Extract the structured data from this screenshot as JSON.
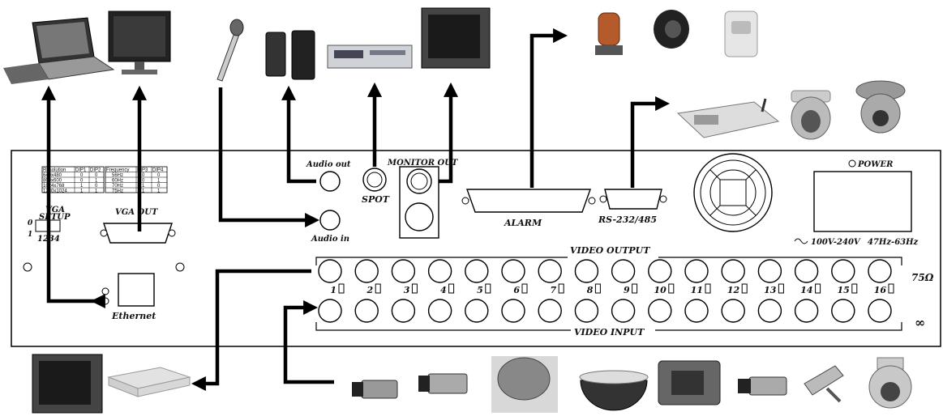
{
  "panel": {
    "vga_setup_title": "VGA SETUP",
    "vga_setup_title_l1": "VGA",
    "vga_setup_title_l2": "SETUP",
    "switch_off": "0",
    "switch_on": "1",
    "switch_numbers": "1234",
    "vga_out": "VGA OUT",
    "ethernet": "Ethernet",
    "audio_out": "Audio out",
    "audio_in": "Audio in",
    "spot": "SPOT",
    "monitor_out": "MONITOR OUT",
    "alarm": "ALARM",
    "rs232": "RS-232/485",
    "power": "POWER",
    "voltage": "100V-240V",
    "frequency": "47Hz-63Hz",
    "video_output": "VIDEO OUTPUT",
    "video_input": "VIDEO INPUT",
    "ohm": "75Ω",
    "infinity": "∞"
  },
  "resolution_table": {
    "headers": [
      "Resolution",
      "DIP1",
      "DIP2"
    ],
    "rows": [
      [
        "640x480",
        "0",
        "0"
      ],
      [
        "800x600",
        "0",
        "1"
      ],
      [
        "1024x768",
        "1",
        "0"
      ],
      [
        "1280x1024",
        "1",
        "1"
      ]
    ]
  },
  "frequency_table": {
    "headers": [
      "Frequency",
      "DIP3",
      "DIP4"
    ],
    "rows": [
      [
        "56Hz",
        "0",
        "0"
      ],
      [
        "60Hz",
        "0",
        "1"
      ],
      [
        "70Hz",
        "1",
        "0"
      ],
      [
        "75Hz",
        "1",
        "1"
      ]
    ]
  },
  "channels": [
    "1",
    "2",
    "3",
    "4",
    "5",
    "6",
    "7",
    "8",
    "9",
    "10",
    "11",
    "12",
    "13",
    "14",
    "15",
    "16"
  ],
  "icons": {
    "top": [
      "laptop-icon",
      "lcd-monitor-icon",
      "microphone-icon",
      "speakers-icon",
      "vcr-icon",
      "crt-monitor-icon",
      "siren-light-icon",
      "speaker-horn-icon",
      "pir-sensor-icon",
      "ptz-keyboard-icon",
      "dome-camera-icon",
      "speed-dome-camera-icon"
    ],
    "bottom": [
      "crt-monitor-icon",
      "dvr-box-icon",
      "box-camera-icon",
      "box-camera-icon",
      "dome-camera-icon",
      "dome-camera-icon",
      "housing-camera-icon",
      "box-camera-icon",
      "bullet-camera-icon",
      "speed-dome-camera-icon"
    ]
  }
}
